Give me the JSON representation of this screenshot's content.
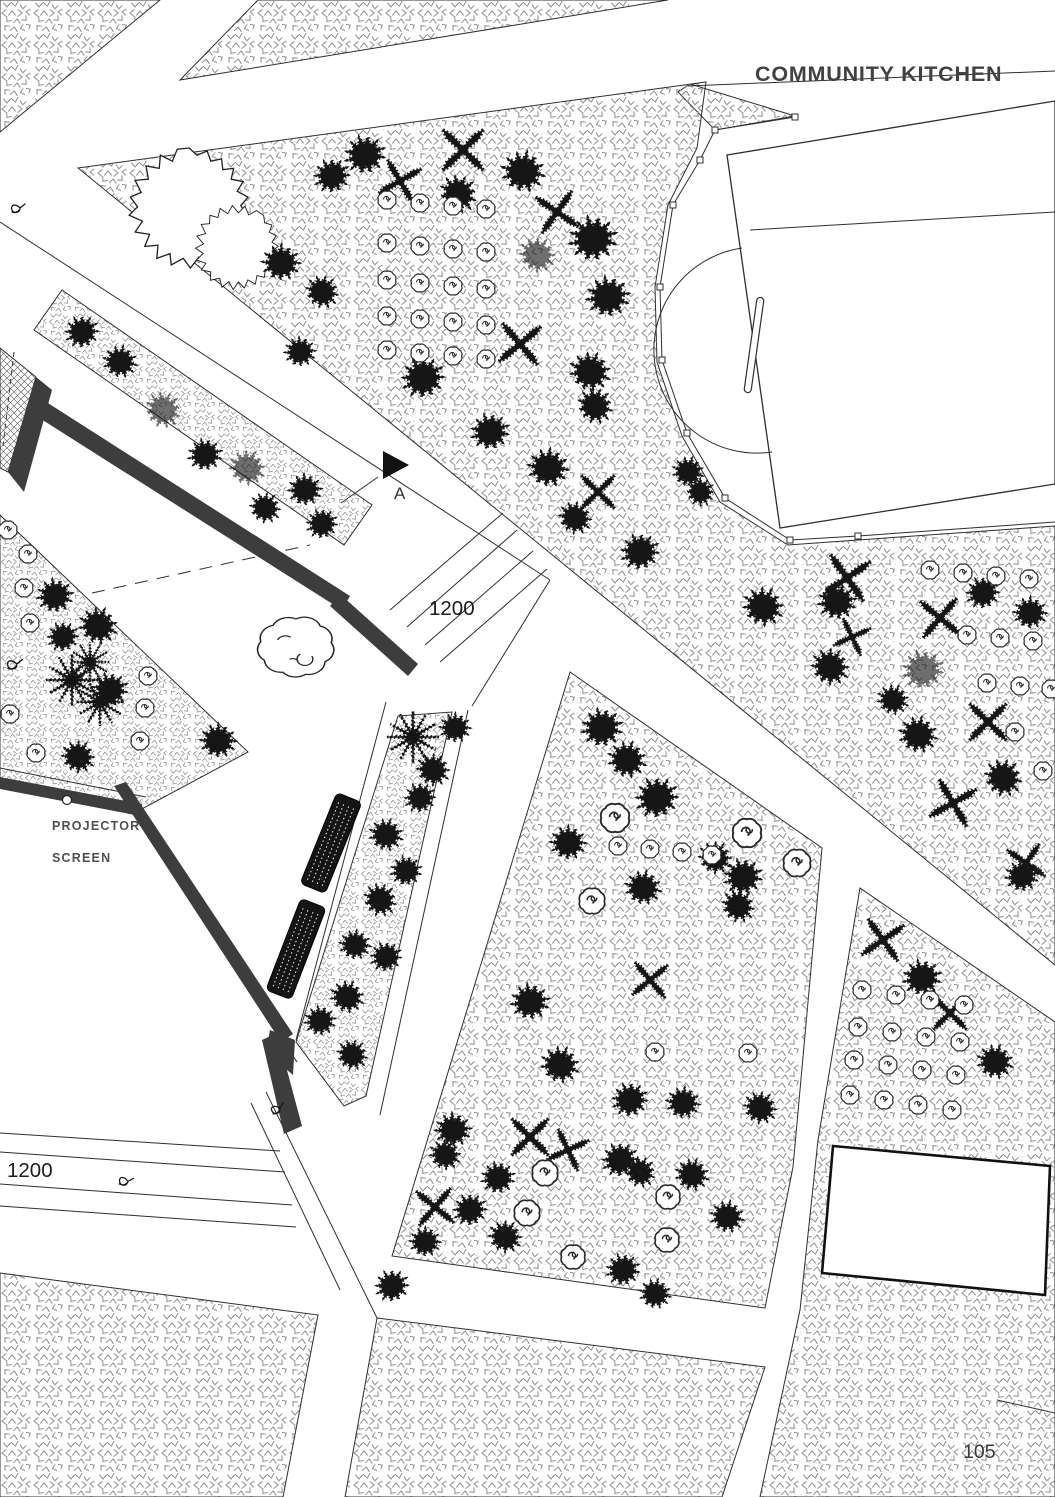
{
  "page": {
    "number": "105"
  },
  "labels": {
    "area_title": "COMMUNITY KITCHEN",
    "section_marker": "A",
    "dimension_upper": "1200",
    "dimension_lower": "1200",
    "projector_line1": "PROJECTOR",
    "projector_line2": "SCREEN"
  },
  "colors": {
    "paper": "#ffffff",
    "ink": "#2e2e2e",
    "tree": "#161616",
    "shadow": "#3d3d3d",
    "grass_mark": "#8f8f8f",
    "planting_grid": "#c4c4c4",
    "title_label": "#414141",
    "dimension_text": "#1c1c1c"
  },
  "plan_symbols": {
    "dark_blob": "deciduous-tree",
    "x_shape": "cross-canopy-tree",
    "scalloped_circle": "shrub-outline",
    "spiky_star": "palm-tree",
    "jagged_outline": "tree-canopy-outline",
    "cloud_outline": "cloud-shrub",
    "slatted_rect": "park-bench",
    "squiggle": "bird",
    "chevron_field": "grass-texture",
    "crosshatch": "paving-ramp"
  }
}
